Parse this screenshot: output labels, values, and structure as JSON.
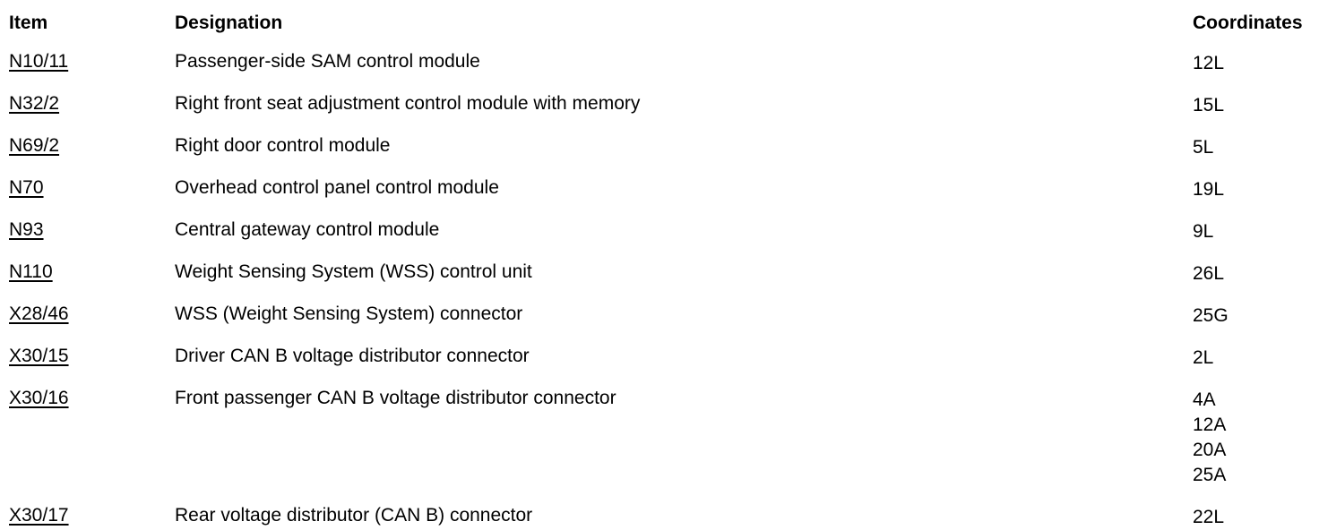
{
  "table": {
    "headers": {
      "item": "Item",
      "designation": "Designation",
      "coordinates": "Coordinates"
    },
    "rows": [
      {
        "item": "N10/11",
        "designation": "Passenger-side SAM control module",
        "coordinates": [
          "12L"
        ]
      },
      {
        "item": "N32/2",
        "designation": "Right front seat adjustment control module with memory",
        "coordinates": [
          "15L"
        ]
      },
      {
        "item": "N69/2",
        "designation": "Right door control module",
        "coordinates": [
          "5L"
        ]
      },
      {
        "item": "N70",
        "designation": "Overhead control panel control module",
        "coordinates": [
          "19L"
        ]
      },
      {
        "item": "N93",
        "designation": "Central gateway control module",
        "coordinates": [
          "9L"
        ]
      },
      {
        "item": "N110",
        "designation": "Weight Sensing System (WSS) control unit",
        "coordinates": [
          "26L"
        ]
      },
      {
        "item": "X28/46",
        "designation": "WSS (Weight Sensing System) connector",
        "coordinates": [
          "25G"
        ]
      },
      {
        "item": "X30/15",
        "designation": "Driver CAN B voltage distributor connector",
        "coordinates": [
          "2L"
        ]
      },
      {
        "item": "X30/16",
        "designation": "Front passenger CAN B voltage distributor connector",
        "coordinates": [
          "4A",
          "12A",
          "20A",
          "25A"
        ]
      },
      {
        "item": "X30/17",
        "designation": "Rear voltage distributor (CAN B) connector",
        "coordinates": [
          "22L"
        ]
      }
    ]
  },
  "colors": {
    "text": "#000000",
    "background": "#ffffff"
  }
}
